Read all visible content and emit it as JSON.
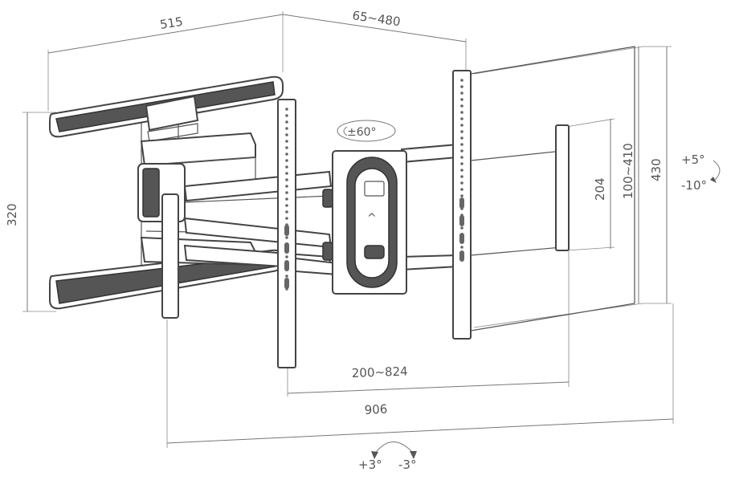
{
  "dimensions": {
    "arm_width": "515",
    "wall_distance": "65~480",
    "wall_plate_height": "320",
    "vesa_horizontal": "200~824",
    "overall_width": "906",
    "inner_height": "204",
    "vesa_vertical": "100~410",
    "overall_height": "430"
  },
  "angles": {
    "swivel": "±60°",
    "tilt_up": "+5°",
    "tilt_down": "-10°",
    "level_plus": "+3°",
    "level_minus": "-3°"
  },
  "icons": [
    "up-arrow-icon",
    "rotation-arrow-icon",
    "tilt-arrow-icon",
    "level-arrow-icon"
  ]
}
